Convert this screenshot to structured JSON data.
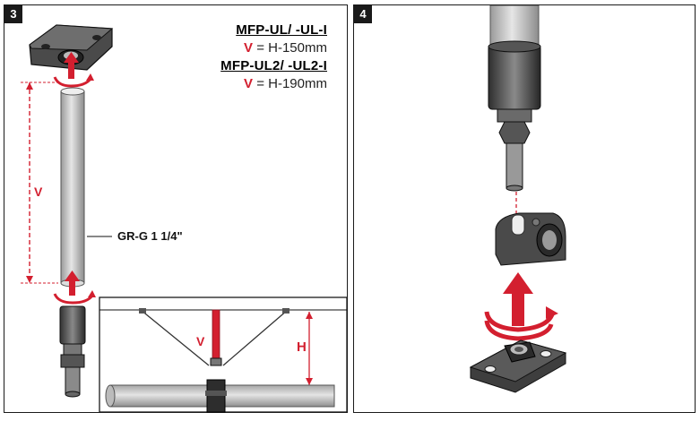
{
  "panel3": {
    "step": "3",
    "spec_lines": [
      {
        "model": "MFP-UL/ -UL-I",
        "var": "V",
        "formula": " = H-150mm"
      },
      {
        "model": "MFP-UL2/ -UL2-I",
        "var": "V",
        "formula": " = H-190mm"
      }
    ],
    "rod_label": "GR-G 1 1/4\"",
    "dim_v": "V",
    "inset_v": "V",
    "inset_h": "H"
  },
  "panel4": {
    "step": "4"
  },
  "colors": {
    "accent_red": "#d31f2f",
    "ink": "#1a1a1a",
    "pipe_gray": "#c9c9c9"
  }
}
